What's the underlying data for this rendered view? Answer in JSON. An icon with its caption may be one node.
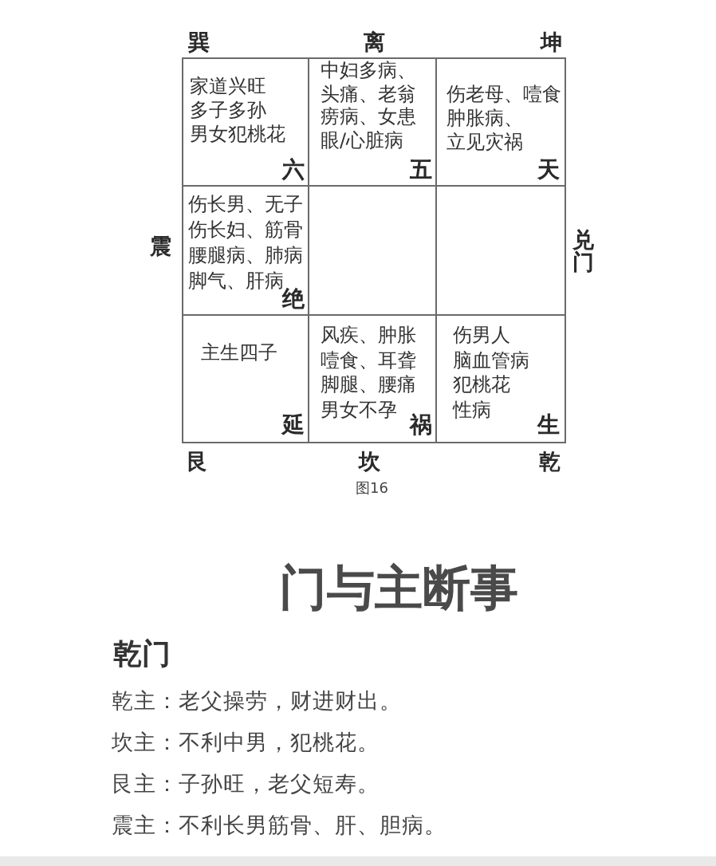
{
  "diagram": {
    "caption": "图16",
    "nodes": [
      {
        "text": [
          "家道兴旺",
          "多子多孙",
          "男女犯桃花",
          "六"
        ],
        "beside": [
          "巽"
        ]
      },
      {
        "text": [
          "中妇多病、头痛、老翁痨病、女患眼/心脏病",
          "五"
        ],
        "beside": [
          "离"
        ]
      },
      {
        "text": [
          "伤老母、噎食",
          "肿胀病、",
          "立见灾祸",
          "天"
        ],
        "beside": [
          "坤"
        ]
      },
      {
        "text": [
          "伤长男、无子伤长妇、筋骨腰腿病、肺病脚气、肝病",
          "绝"
        ],
        "beside": [
          "震"
        ]
      },
      {
        "text": [],
        "shape": "box"
      },
      {
        "text": [],
        "shape": "box",
        "beside": [
          "兑门"
        ]
      },
      {
        "text": [
          "主生四子",
          "延"
        ],
        "beside": [
          "艮"
        ]
      },
      {
        "text": [
          "风疾、肿胀噎食、耳聋脚腿、腰痛男女不孕",
          "祸"
        ],
        "beside": [
          "坎"
        ]
      },
      {
        "text": [
          "伤男人",
          "脑血管病",
          "犯桃花",
          "性病",
          "生"
        ],
        "beside": [
          "乾"
        ]
      }
    ],
    "labels": [
      "门与主断事",
      "乾门",
      "乾主：老父操劳，财进财出。",
      "坎主：不利中男，犯桃花。",
      "艮主：子孙旺，老父短寿。",
      "震主：不利长男筋骨、肝、胆病。"
    ]
  }
}
